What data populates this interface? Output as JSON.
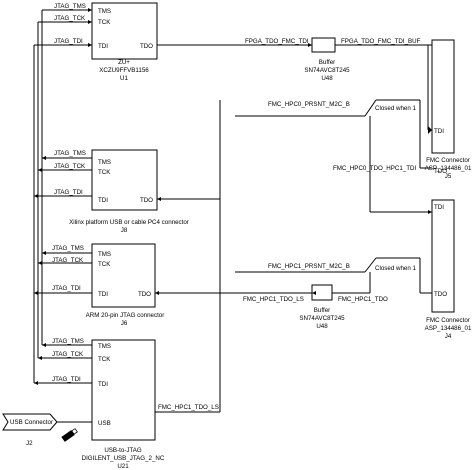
{
  "u1": {
    "pins": {
      "tms": "TMS",
      "tck": "TCK",
      "tdi": "TDI",
      "tdo": "TDO"
    },
    "name": "ZU+",
    "part": "XCZU9FFVB1156",
    "ref": "U1"
  },
  "j8": {
    "pins": {
      "tms": "TMS",
      "tck": "TCK",
      "tdi": "TDI",
      "tdo": "TDO"
    },
    "desc": "Xilinx platform USB or cable PC4 connector",
    "ref": "J8"
  },
  "j6": {
    "pins": {
      "tms": "TMS",
      "tck": "TCK",
      "tdi": "TDI",
      "tdo": "TDO"
    },
    "desc": "ARM 20-pin JTAG connector",
    "ref": "J6"
  },
  "u21": {
    "pins": {
      "tms": "TMS",
      "tck": "TCK",
      "tdi": "TDI",
      "usb": "USB"
    },
    "name": "USB-to-JTAG",
    "part": "DIGILENT_USB_JTAG_2_NC",
    "ref": "U21"
  },
  "u48a": {
    "name": "Buffer",
    "part": "SN74AVC8T245",
    "ref": "U48"
  },
  "u48b": {
    "name": "Buffer",
    "part": "SN74AVC8T245",
    "ref": "U48"
  },
  "j5": {
    "tdi": "TDI",
    "tdo": "TDO",
    "name": "FMC Connector",
    "part": "ASP_134486_01",
    "ref": "J5"
  },
  "j4": {
    "tdi": "TDI",
    "tdo": "TDO",
    "name": "FMC Connector",
    "part": "ASP_134486_01",
    "ref": "J4"
  },
  "j2": {
    "label": "USB Connector",
    "ref": "J2"
  },
  "nets": {
    "jtag_tms": "JTAG_TMS",
    "jtag_tck": "JTAG_TCK",
    "jtag_tdi": "JTAG_TDI",
    "fpga_tdo": "FPGA_TDO_FMC_TDI",
    "fpga_tdo_buf": "FPGA_TDO_FMC_TDI_BUF",
    "hpc0_prsnt": "FMC_HPC0_PRSNT_M2C_B",
    "hpc0_tdo": "FMC_HPC0_TDO_HPC1_TDI",
    "hpc1_prsnt": "FMC_HPC1_PRSNT_M2C_B",
    "hpc1_tdo_ls": "FMC_HPC1_TDO_LS",
    "hpc1_tdo": "FMC_HPC1_TDO",
    "hpc1_tdo_ls_u21": "FMC_HPC1_TDO_LS"
  },
  "switch": {
    "closed_j5": "Closed when 1",
    "closed_j4": "Closed when 1"
  }
}
